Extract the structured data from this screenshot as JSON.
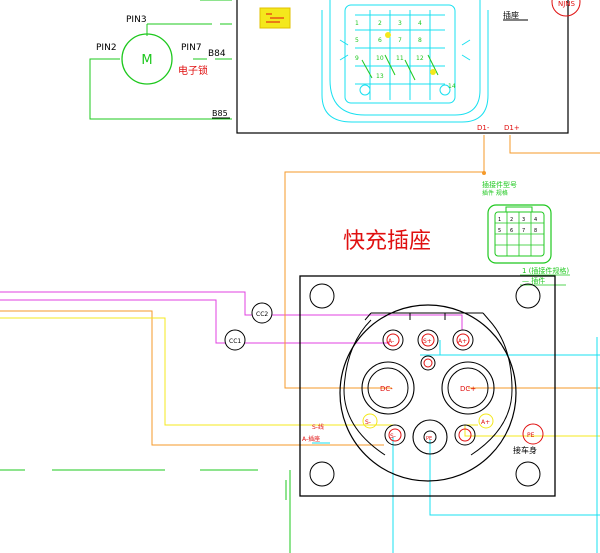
{
  "motor": {
    "pin_top": "PIN3",
    "pin_left": "PIN2",
    "pin_right": "PIN7",
    "symbol": "M",
    "wire_right": "B84",
    "caption": "电子锁",
    "ground": "B85"
  },
  "top_connector": {
    "side_label": "插座",
    "terminal_left": "D1-",
    "terminal_right": "D1+"
  },
  "small_connector": {
    "label_top": "插接件型号",
    "label_sub": "插件 规格",
    "label_bottom_1": "1 (插接件规格)",
    "label_bottom_2": "— 插件"
  },
  "socket": {
    "title": "快充插座",
    "pins": {
      "cc2": "CC2",
      "cc1": "CC1",
      "dc_minus": "DC-",
      "dc_plus": "DC+",
      "pe": "PE",
      "s_minus": "S-",
      "s_plus": "S+",
      "a_minus": "A-",
      "a_plus": "A+"
    },
    "wire_labels": {
      "s_minus": "S-线",
      "a_minus": "A-插座"
    },
    "ground_mark": "PE",
    "ground_caption": "接车身"
  },
  "colors": {
    "magenta": "#e040e0",
    "orange": "#f59a2a",
    "yellow": "#f4e81c",
    "cyan": "#19e0f0",
    "green": "#1ec81e",
    "red": "#e01010",
    "black": "#000000"
  }
}
